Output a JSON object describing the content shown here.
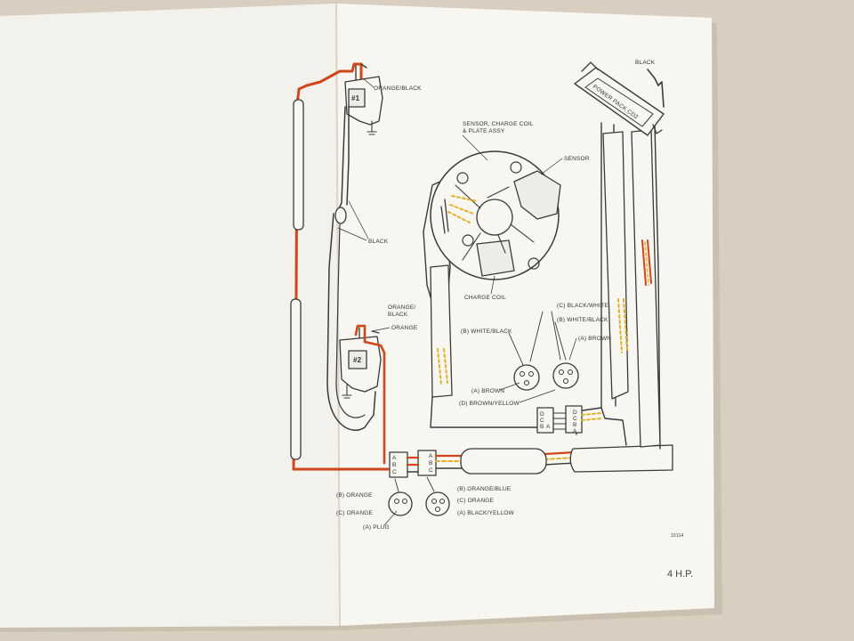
{
  "colors": {
    "table": "#d9cfc1",
    "paper_left": "#f3f1ec",
    "paper_right": "#f8f6f1",
    "line": "#3a3a3a",
    "wire_orange": "#d0451b",
    "wire_yellow": "#e2b02a"
  },
  "labels": {
    "orange_black_top": "ORANGE/BLACK",
    "coil1": "#1",
    "black_mid": "BLACK",
    "orange_black_2a": "ORANGE/",
    "orange_black_2b": "BLACK",
    "orange_2": "ORANGE",
    "coil2": "#2",
    "sensor_assy_1": "SENSOR, CHARGE COIL",
    "sensor_assy_2": "& PLATE ASSY",
    "sensor": "SENSOR",
    "charge_coil": "CHARGE COIL",
    "black_top": "BLACK",
    "power_pack": "POWER PACK CD2",
    "c_black_white": "(C) BLACK/WHITE",
    "b_white_black_left": "(B) WHITE/BLACK",
    "b_white_black_right": "(B) WHITE/BLACK",
    "a_brown_right": "(A) BROWN",
    "a_brown_left": "(A) BROWN",
    "d_brown_yellow": "(D) BROWN/YELLOW",
    "b_orange": "(B) ORANGE",
    "c_orange_left": "(C) ORANGE",
    "a_plug": "(A) PLUG",
    "b_orange_blue": "(B) ORANGE/BLUE",
    "c_orange_right": "(C) ORANGE",
    "a_black_yellow": "(A) BLACK/YELLOW",
    "pin_a": "A",
    "pin_b": "B",
    "pin_c": "C",
    "pin_d": "D",
    "figure_number": "15114",
    "model": "4 H.P."
  }
}
